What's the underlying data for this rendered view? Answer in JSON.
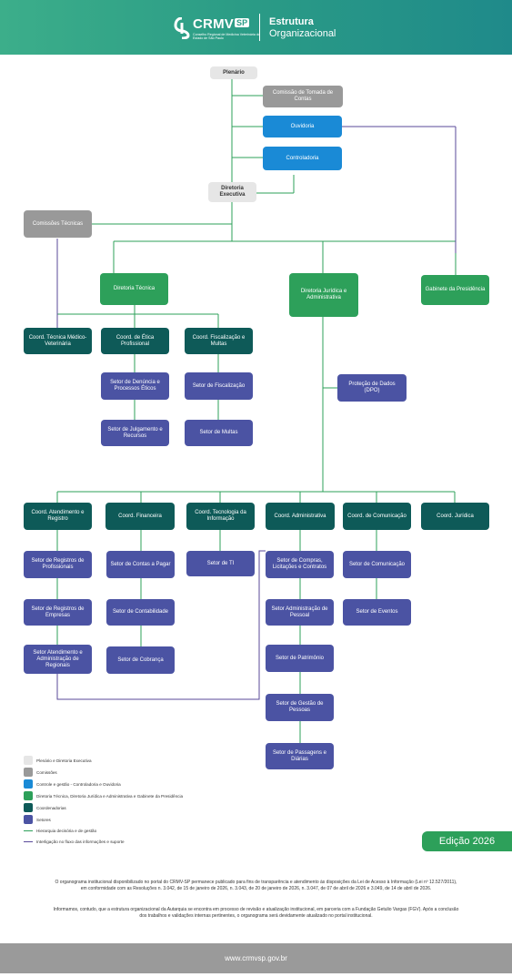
{
  "header": {
    "logo_text": "CRMV",
    "logo_badge": "SP",
    "logo_subtitle": "Conselho Regional de Medicina Veterinária do Estado de São Paulo",
    "title": "Estrutura",
    "subtitle": "Organizacional"
  },
  "nodes": {
    "plenario": "Plenário",
    "comissao_tomada": "Comissão de Tomada de Contas",
    "ouvidoria": "Ouvidoria",
    "controladoria": "Controladoria",
    "diretoria_executiva": "Diretoria Executiva",
    "comissoes_tecnicas": "Comissões Técnicas",
    "diretoria_tecnica": "Diretoria Técnica",
    "diretoria_juridica": "Diretoria Jurídica e Administrativa",
    "gabinete": "Gabinete da Presidência",
    "coord_tecnica_mv": "Coord. Técnica Médico-Veterinária",
    "coord_etica": "Coord. de Ética Profissional",
    "coord_fiscalizacao": "Coord. Fiscalização e Multas",
    "setor_denuncia": "Setor de Denúncia e Processos Éticos",
    "setor_julgamento": "Setor de Julgamento e Recursos",
    "setor_fiscalizacao": "Setor de Fiscalização",
    "setor_multas": "Setor de Multas",
    "protecao_dados": "Proteção de Dados (DPO)",
    "coord_atendimento": "Coord. Atendimento e Registro",
    "coord_financeira": "Coord. Financeira",
    "coord_ti": "Coord. Tecnologia da Informação",
    "coord_administrativa": "Coord. Administrativa",
    "coord_comunicacao": "Coord. de Comunicação",
    "coord_juridica": "Coord. Jurídica",
    "setor_reg_profissionais": "Setor de Registros de Profissionais",
    "setor_reg_empresas": "Setor de Registros de Empresas",
    "setor_atend_regionais": "Setor Atendimento e Administração de Regionais",
    "setor_contas_pagar": "Setor de Contas a Pagar",
    "setor_contabilidade": "Setor de Contabilidade",
    "setor_cobranca": "Setor de Cobrança",
    "setor_ti": "Setor de TI",
    "setor_compras": "Setor de Compras, Licitações e Contratos",
    "setor_adm_pessoal": "Setor Administração de Pessoal",
    "setor_patrimonio": "Setor de Patrimônio",
    "setor_gestao_pessoas": "Setor de Gestão de Pessoas",
    "setor_passagens": "Setor de Passagens e Diárias",
    "setor_comunicacao": "Setor de Comunicação",
    "setor_eventos": "Setor de Eventos"
  },
  "legend": [
    {
      "label": "Plenário e Diretoria Executiva",
      "color": "#e6e6e6"
    },
    {
      "label": "Comissões",
      "color": "#999999"
    },
    {
      "label": "Controle e gestão - Controladoria e Ouvidoria",
      "color": "#1a8ad6"
    },
    {
      "label": "Diretoria Técnica, Diretoria Jurídica e Administrativa e Gabinete da Presidência",
      "color": "#2da05a"
    },
    {
      "label": "Coordenadorias",
      "color": "#0e5a58"
    },
    {
      "label": "Setores",
      "color": "#4b53a3"
    }
  ],
  "legend_lines": [
    {
      "label": "Hierarquia decisória e de gestão",
      "color": "#2da05a"
    },
    {
      "label": "Interligação no fluxo das informações e suporte",
      "color": "#5a4a9a"
    }
  ],
  "edition": "Edição 2026",
  "footer_paragraph_1": "O organograma institucional disponibilizado no portal do CRMV-SP permanece publicado para fins de transparência e atendimento às disposições da Lei de Acesso à Informação (Lei nº 12.527/2011), em conformidade com as Resoluções n. 3.042, de 15 de janeiro de 2026, n. 3.043, de 20 de janeiro de 2026, n. 3.047, de 07 de abril de 2026 e 3.049, de 14 de abril de 2026.",
  "footer_paragraph_2": "Informamos, contudo, que a estrutura organizacional da Autarquia se encontra em processo de revisão e atualização institucional, em parceria com a Fundação Getulio Vargas (FGV). Após a conclusão dos trabalhos e validações internas pertinentes, o organograma será devidamente atualizado no portal institucional.",
  "website": "www.crmvsp.gov.br"
}
